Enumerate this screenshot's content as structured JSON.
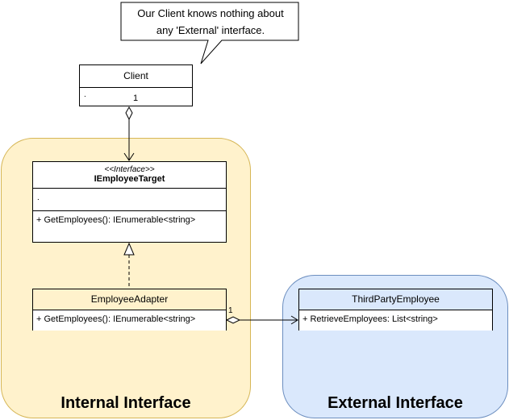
{
  "note": {
    "line1": "Our Client knows nothing about",
    "line2": "any 'External' interface."
  },
  "client": {
    "name": "Client",
    "attribute_marker": ".",
    "multiplicity": "1"
  },
  "iemployee_target": {
    "stereotype": "<<Interface>>",
    "name": "IEmployeeTarget",
    "attribute_marker": ".",
    "operation": "+ GetEmployees(): IEnumerable<string>"
  },
  "employee_adapter": {
    "name": "EmployeeAdapter",
    "operation": "+ GetEmployees(): IEnumerable<string>",
    "multiplicity": "1"
  },
  "third_party_employee": {
    "name": "ThirdPartyEmployee",
    "operation": "+ RetrieveEmployees: List<string>"
  },
  "regions": {
    "internal": "Internal Interface",
    "external": "External Interface"
  },
  "colors": {
    "internal_fill": "#fff2cc",
    "internal_stroke": "#d6b656",
    "external_fill": "#dae8fc",
    "external_stroke": "#6c8ebf"
  }
}
